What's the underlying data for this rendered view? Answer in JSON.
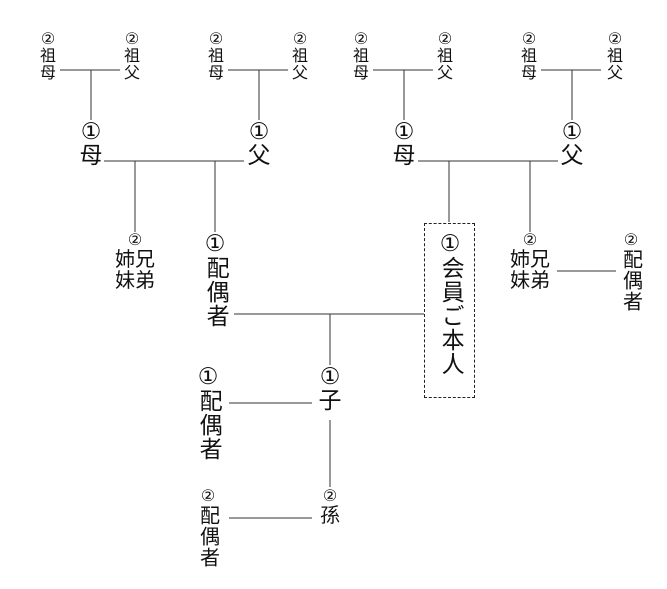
{
  "nodes": {
    "gp1_gm": {
      "num": "②",
      "line1": "祖",
      "line2": "母"
    },
    "gp1_gf": {
      "num": "②",
      "line1": "祖",
      "line2": "父"
    },
    "gp2_gm": {
      "num": "②",
      "line1": "祖",
      "line2": "母"
    },
    "gp2_gf": {
      "num": "②",
      "line1": "祖",
      "line2": "父"
    },
    "gp3_gm": {
      "num": "②",
      "line1": "祖",
      "line2": "母"
    },
    "gp3_gf": {
      "num": "②",
      "line1": "祖",
      "line2": "父"
    },
    "gp4_gm": {
      "num": "②",
      "line1": "祖",
      "line2": "母"
    },
    "gp4_gf": {
      "num": "②",
      "line1": "祖",
      "line2": "父"
    },
    "sp_mother": {
      "num": "①",
      "label": "母"
    },
    "sp_father": {
      "num": "①",
      "label": "父"
    },
    "m_mother": {
      "num": "①",
      "label": "母"
    },
    "m_father": {
      "num": "①",
      "label": "父"
    },
    "sp_siblings": {
      "num": "②",
      "line1": "姉兄",
      "line2": "妹弟"
    },
    "spouse": {
      "num": "①",
      "label": "配偶者"
    },
    "member": {
      "num": "①",
      "label": "会員ご本人"
    },
    "m_siblings": {
      "num": "②",
      "line1": "姉兄",
      "line2": "妹弟"
    },
    "sib_spouse": {
      "num": "②",
      "label": "配偶者"
    },
    "child": {
      "num": "①",
      "label": "子"
    },
    "child_spouse": {
      "num": "①",
      "label": "配偶者"
    },
    "grandchild": {
      "num": "②",
      "label": "孫"
    },
    "gc_spouse": {
      "num": "②",
      "label": "配偶者"
    }
  }
}
